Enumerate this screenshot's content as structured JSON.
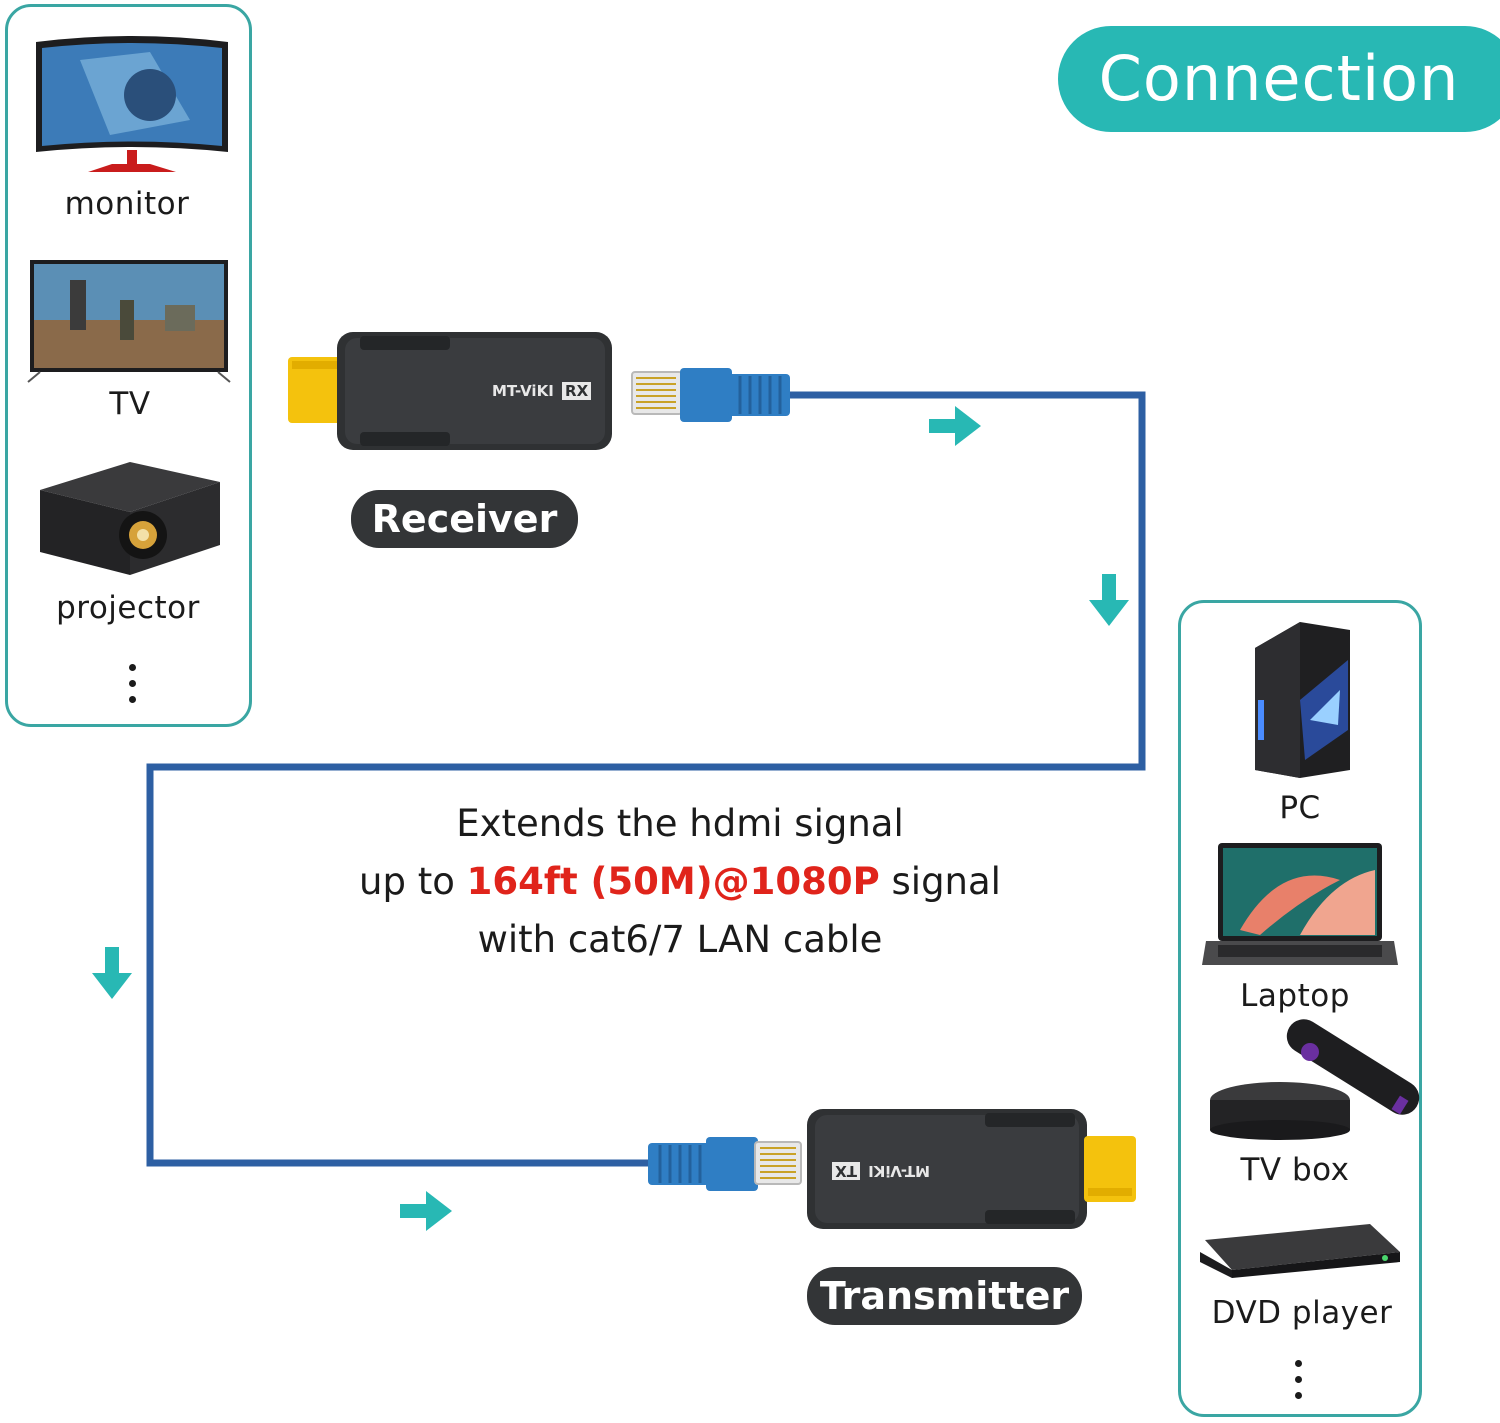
{
  "title": "Connection",
  "left_panel": {
    "items": [
      {
        "label": "monitor",
        "icon": "monitor-icon"
      },
      {
        "label": "TV",
        "icon": "tv-icon"
      },
      {
        "label": "projector",
        "icon": "projector-icon"
      }
    ]
  },
  "right_panel": {
    "items": [
      {
        "label": "PC",
        "icon": "pc-tower-icon"
      },
      {
        "label": "Laptop",
        "icon": "laptop-icon"
      },
      {
        "label": "TV box",
        "icon": "tv-box-icon"
      },
      {
        "label": "DVD player",
        "icon": "dvd-player-icon"
      }
    ]
  },
  "receiver": {
    "label": "Receiver",
    "brand": "MT-ViKI",
    "tag": "RX"
  },
  "transmitter": {
    "label": "Transmitter",
    "brand": "MT-ViKI",
    "tag": "TX"
  },
  "caption": {
    "line1": "Extends the hdmi signal",
    "line2_pre": "up to ",
    "line2_highlight": "164ft (50M)@1080P",
    "line2_post": " signal",
    "line3": "with cat6/7 LAN cable"
  },
  "colors": {
    "accent": "#28b8b4",
    "cable": "#2d5fa3",
    "highlight": "#e0241b",
    "pill": "#333537"
  }
}
